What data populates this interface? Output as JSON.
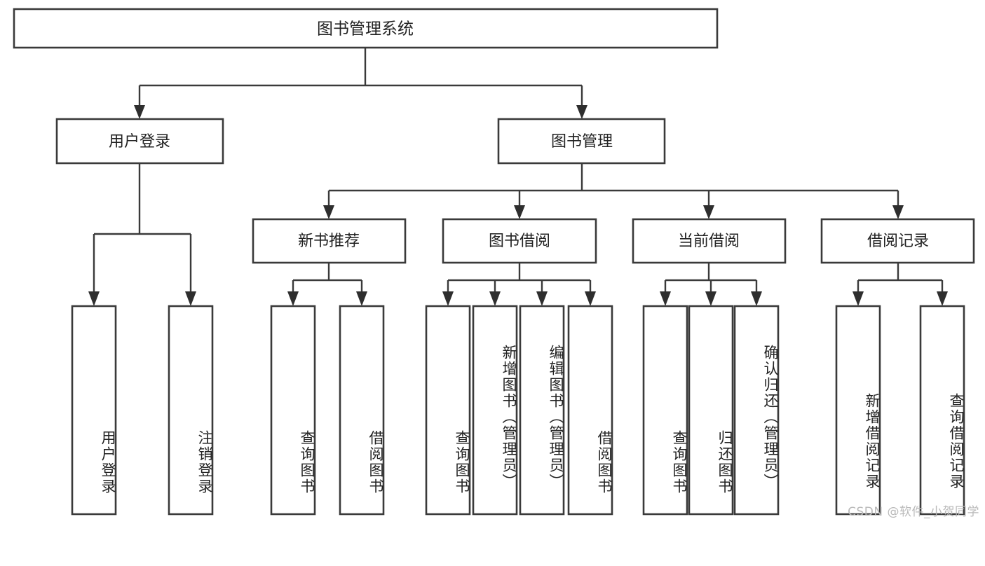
{
  "diagram": {
    "title": "图书管理系统",
    "watermark": "CSDN @软件_小贺同学",
    "root": {
      "label": "图书管理系统"
    },
    "level1": [
      {
        "label": "用户登录"
      },
      {
        "label": "图书管理"
      }
    ],
    "level2": [
      {
        "label": "新书推荐"
      },
      {
        "label": "图书借阅"
      },
      {
        "label": "当前借阅"
      },
      {
        "label": "借阅记录"
      }
    ],
    "leaves": {
      "user_login": [
        {
          "label": "用户登录"
        },
        {
          "label": "注销登录"
        }
      ],
      "new_book_recommend": [
        {
          "label": "查询图书"
        },
        {
          "label": "借阅图书"
        }
      ],
      "book_borrow": [
        {
          "label": "查询图书"
        },
        {
          "label": "新增图书（管理员）"
        },
        {
          "label": "编辑图书（管理员）"
        },
        {
          "label": "借阅图书"
        }
      ],
      "current_borrow": [
        {
          "label": "查询图书"
        },
        {
          "label": "归还图书"
        },
        {
          "label": "确认归还（管理员）"
        }
      ],
      "borrow_record": [
        {
          "label": "新增借阅记录"
        },
        {
          "label": "查询借阅记录"
        }
      ]
    },
    "colors": {
      "stroke": "#3a3a3a",
      "fill": "#ffffff",
      "text": "#222222",
      "watermark": "#b9b9b9"
    }
  }
}
